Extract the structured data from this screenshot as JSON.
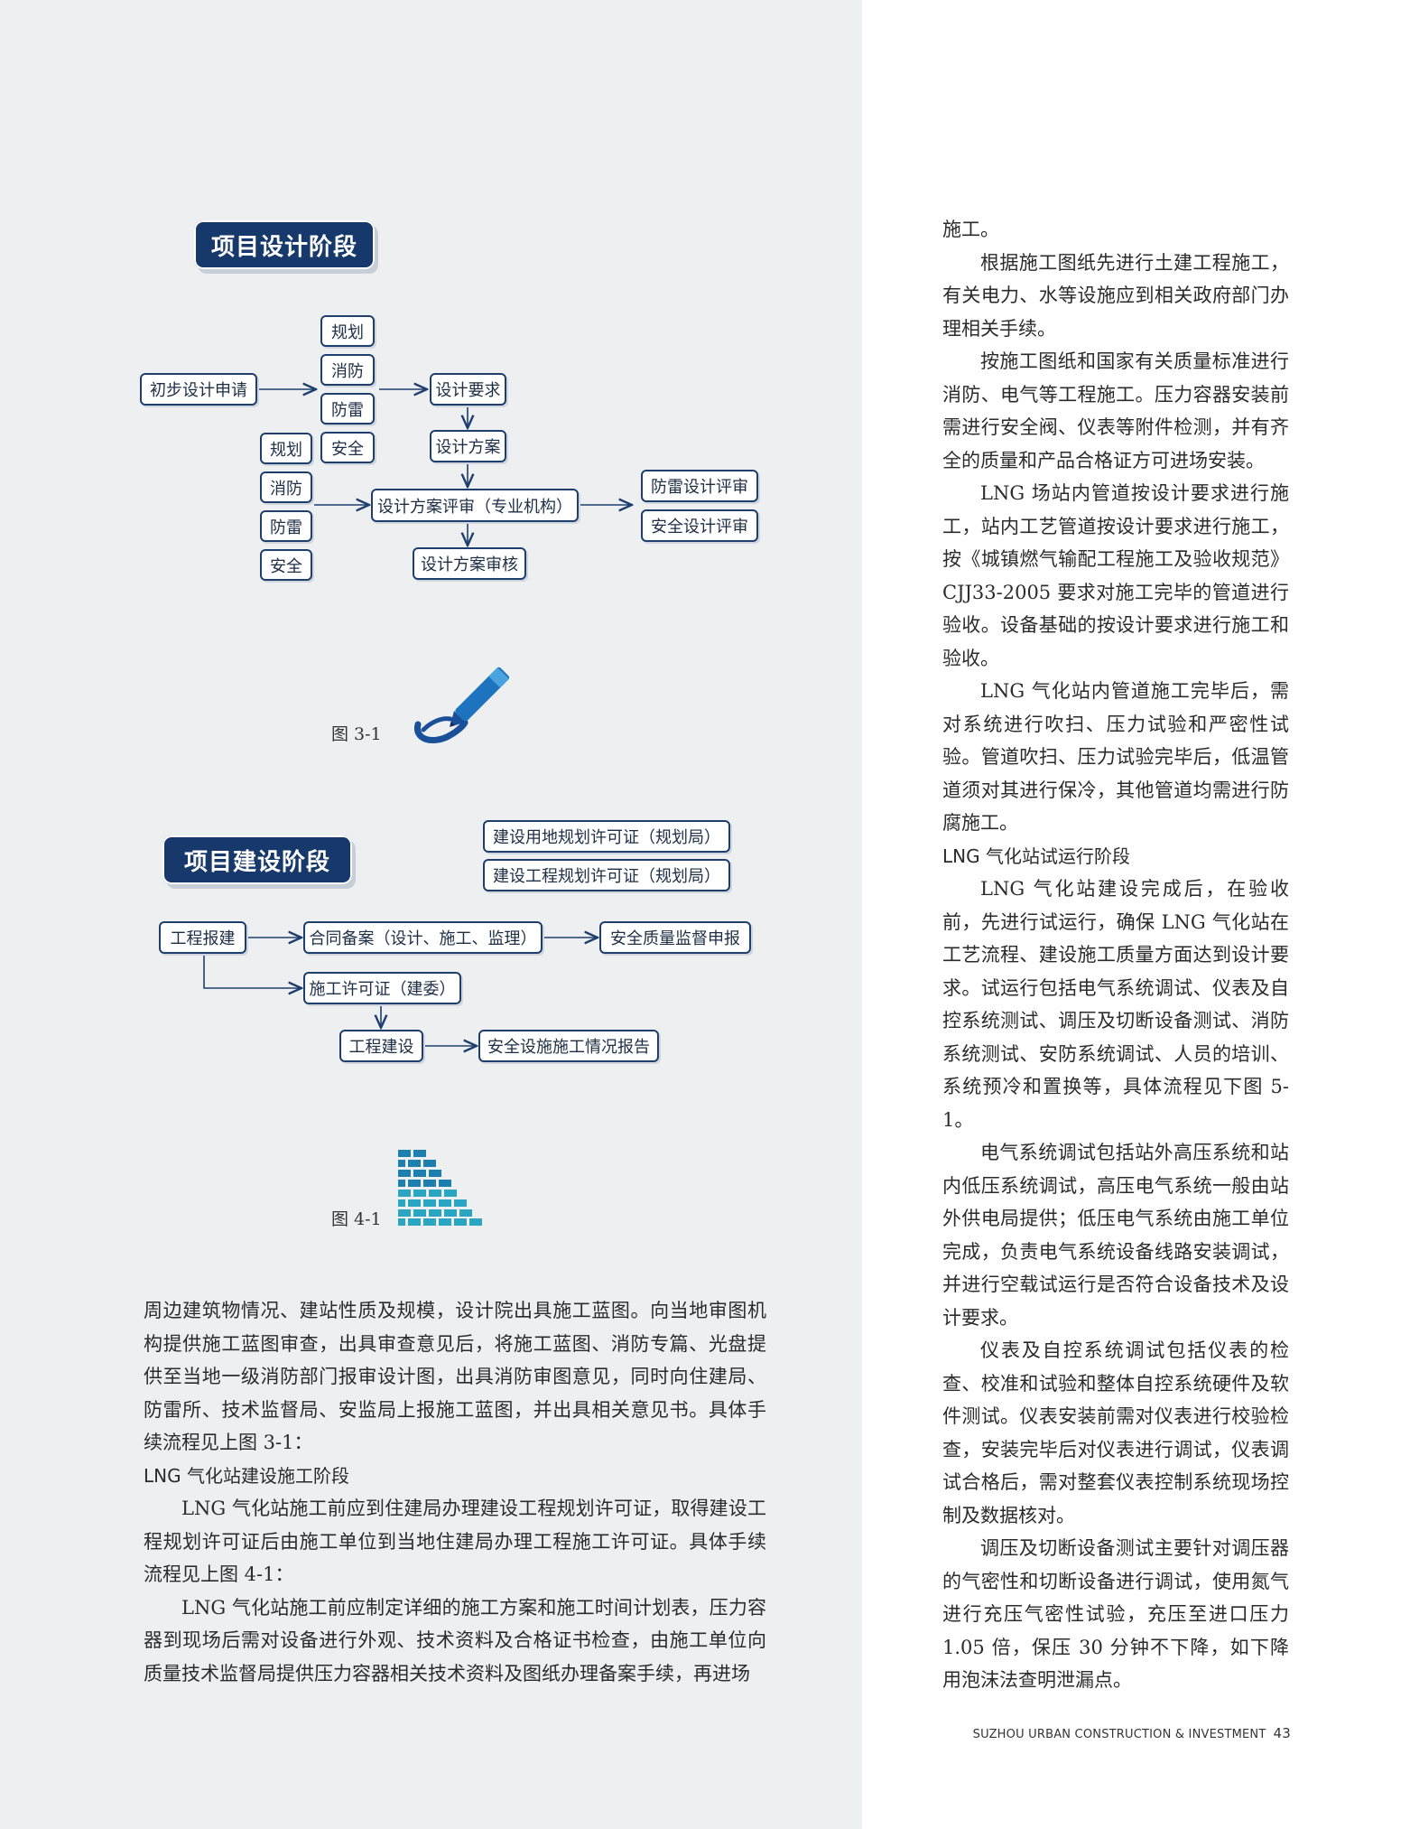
{
  "stage1": {
    "title": "项目设计阶段",
    "boxes": {
      "apply": "初步设计申请",
      "t_plan": "规划",
      "t_fire": "消防",
      "t_light": "防雷",
      "t_safe": "安全",
      "req": "设计要求",
      "scheme": "设计方案",
      "l_plan": "规划",
      "l_fire": "消防",
      "l_light": "防雷",
      "l_safe": "安全",
      "review": "设计方案评审（专业机构）",
      "r_light": "防雷设计评审",
      "r_safe": "安全设计评审",
      "audit": "设计方案审核"
    },
    "caption": "图 3-1"
  },
  "stage2": {
    "title": "项目建设阶段",
    "boxes": {
      "land": "建设用地规划许可证（规划局）",
      "eng": "建设工程规划许可证（规划局）",
      "report": "工程报建",
      "contract": "合同备案（设计、施工、监理）",
      "quality": "安全质量监督申报",
      "permit": "施工许可证（建委）",
      "build": "工程建设",
      "safety_report": "安全设施施工情况报告"
    },
    "caption": "图 4-1"
  },
  "left_text": {
    "p1": "周边建筑物情况、建站性质及规模，设计院出具施工蓝图。向当地审图机构提供施工蓝图审查，出具审查意见后，将施工蓝图、消防专篇、光盘提供至当地一级消防部门报审设计图，出具消防审图意见，同时向住建局、防雷所、技术监督局、安监局上报施工蓝图，并出具相关意见书。具体手续流程见上图 3-1：",
    "h1": "LNG 气化站建设施工阶段",
    "p2": "LNG 气化站施工前应到住建局办理建设工程规划许可证，取得建设工程规划许可证后由施工单位到当地住建局办理工程施工许可证。具体手续流程见上图 4-1：",
    "p3": "LNG 气化站施工前应制定详细的施工方案和施工时间计划表，压力容器到现场后需对设备进行外观、技术资料及合格证书检查，由施工单位向质量技术监督局提供压力容器相关技术资料及图纸办理备案手续，再进场"
  },
  "right_text": {
    "p0": "施工。",
    "p1": "根据施工图纸先进行土建工程施工，有关电力、水等设施应到相关政府部门办理相关手续。",
    "p2": "按施工图纸和国家有关质量标准进行消防、电气等工程施工。压力容器安装前需进行安全阀、仪表等附件检测，并有齐全的质量和产品合格证方可进场安装。",
    "p3": "LNG 场站内管道按设计要求进行施工，站内工艺管道按设计要求进行施工，按《城镇燃气输配工程施工及验收规范》CJJ33-2005 要求对施工完毕的管道进行验收。设备基础的按设计要求进行施工和验收。",
    "p4": "LNG 气化站内管道施工完毕后，需对系统进行吹扫、压力试验和严密性试验。管道吹扫、压力试验完毕后，低温管道须对其进行保冷，其他管道均需进行防腐施工。",
    "h1": "LNG 气化站试运行阶段",
    "p5": "LNG 气化站建设完成后，在验收前，先进行试运行，确保 LNG 气化站在工艺流程、建设施工质量方面达到设计要求。试运行包括电气系统调试、仪表及自控系统测试、调压及切断设备测试、消防系统测试、安防系统调试、人员的培训、系统预冷和置换等，具体流程见下图 5-1。",
    "p6": "电气系统调试包括站外高压系统和站内低压系统调试，高压电气系统一般由站外供电局提供；低压电气系统由施工单位完成，负责电气系统设备线路安装调试，并进行空载试运行是否符合设备技术及设计要求。",
    "p7": "仪表及自控系统调试包括仪表的检查、校准和试验和整体自控系统硬件及软件测试。仪表安装前需对仪表进行校验检查，安装完毕后对仪表进行调试，仪表调试合格后，需对整套仪表控制系统现场控制及数据核对。",
    "p8": "调压及切断设备测试主要针对调压器的气密性和切断设备进行调试，使用氮气进行充压气密性试验，充压至进口压力 1.05 倍，保压 30 分钟不下降，如下降用泡沫法查明泄漏点。"
  },
  "footer": {
    "journal": "SUZHOU URBAN CONSTRUCTION & INVESTMENT",
    "page": "43"
  },
  "colors": {
    "navy": "#16386b",
    "left_bg": "#edeff1",
    "pen_blue": "#1e73be",
    "wall_blue": "#1d7fb0"
  },
  "icons": [
    "pen-icon",
    "brick-wall-icon"
  ]
}
